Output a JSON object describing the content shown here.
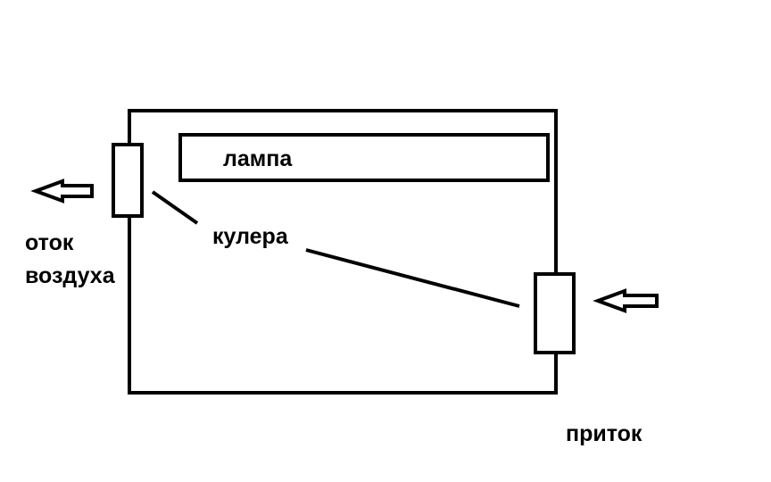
{
  "labels": {
    "lamp": "лампа",
    "coolers": "кулера",
    "outflow_line1": "оток",
    "outflow_line2": "воздуха",
    "inflow": "приток"
  },
  "colors": {
    "stroke": "#000000",
    "background": "#ffffff"
  }
}
